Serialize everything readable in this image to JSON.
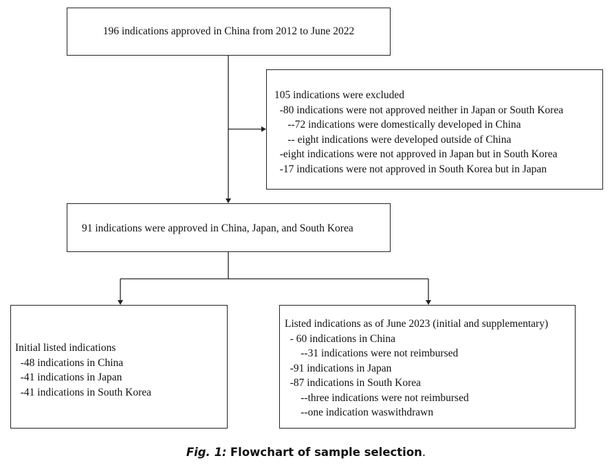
{
  "flowchart": {
    "top_box": "196 indications approved in China from 2012 to June 2022",
    "excluded_box": [
      "105 indications were excluded",
      "  -80 indications were not approved neither in Japan or South Korea",
      "     --72 indications were domestically developed in China",
      "     -- eight indications were developed outside of China",
      "  -eight indications were not approved in Japan but in South Korea",
      "  -17 indications were not approved in South Korea but in Japan"
    ],
    "approved_box": "91 indications were approved in China, Japan, and South Korea",
    "initial_box": [
      "Initial listed indications",
      "  -48 indications in China",
      "  -41 indications in Japan",
      "  -41 indications in South Korea"
    ],
    "listed_box": [
      "Listed indications as of June 2023 (initial and supplementary)",
      "  - 60 indications in China",
      "      --31 indications were not reimbursed",
      "  -91 indications in Japan",
      "  -87 indications in South Korea",
      "      --three indications were not reimbursed",
      "      --one indication waswithdrawn"
    ]
  },
  "caption": {
    "label": "Fig. 1:",
    "title": "Flowchart of sample selection",
    "end": "."
  }
}
